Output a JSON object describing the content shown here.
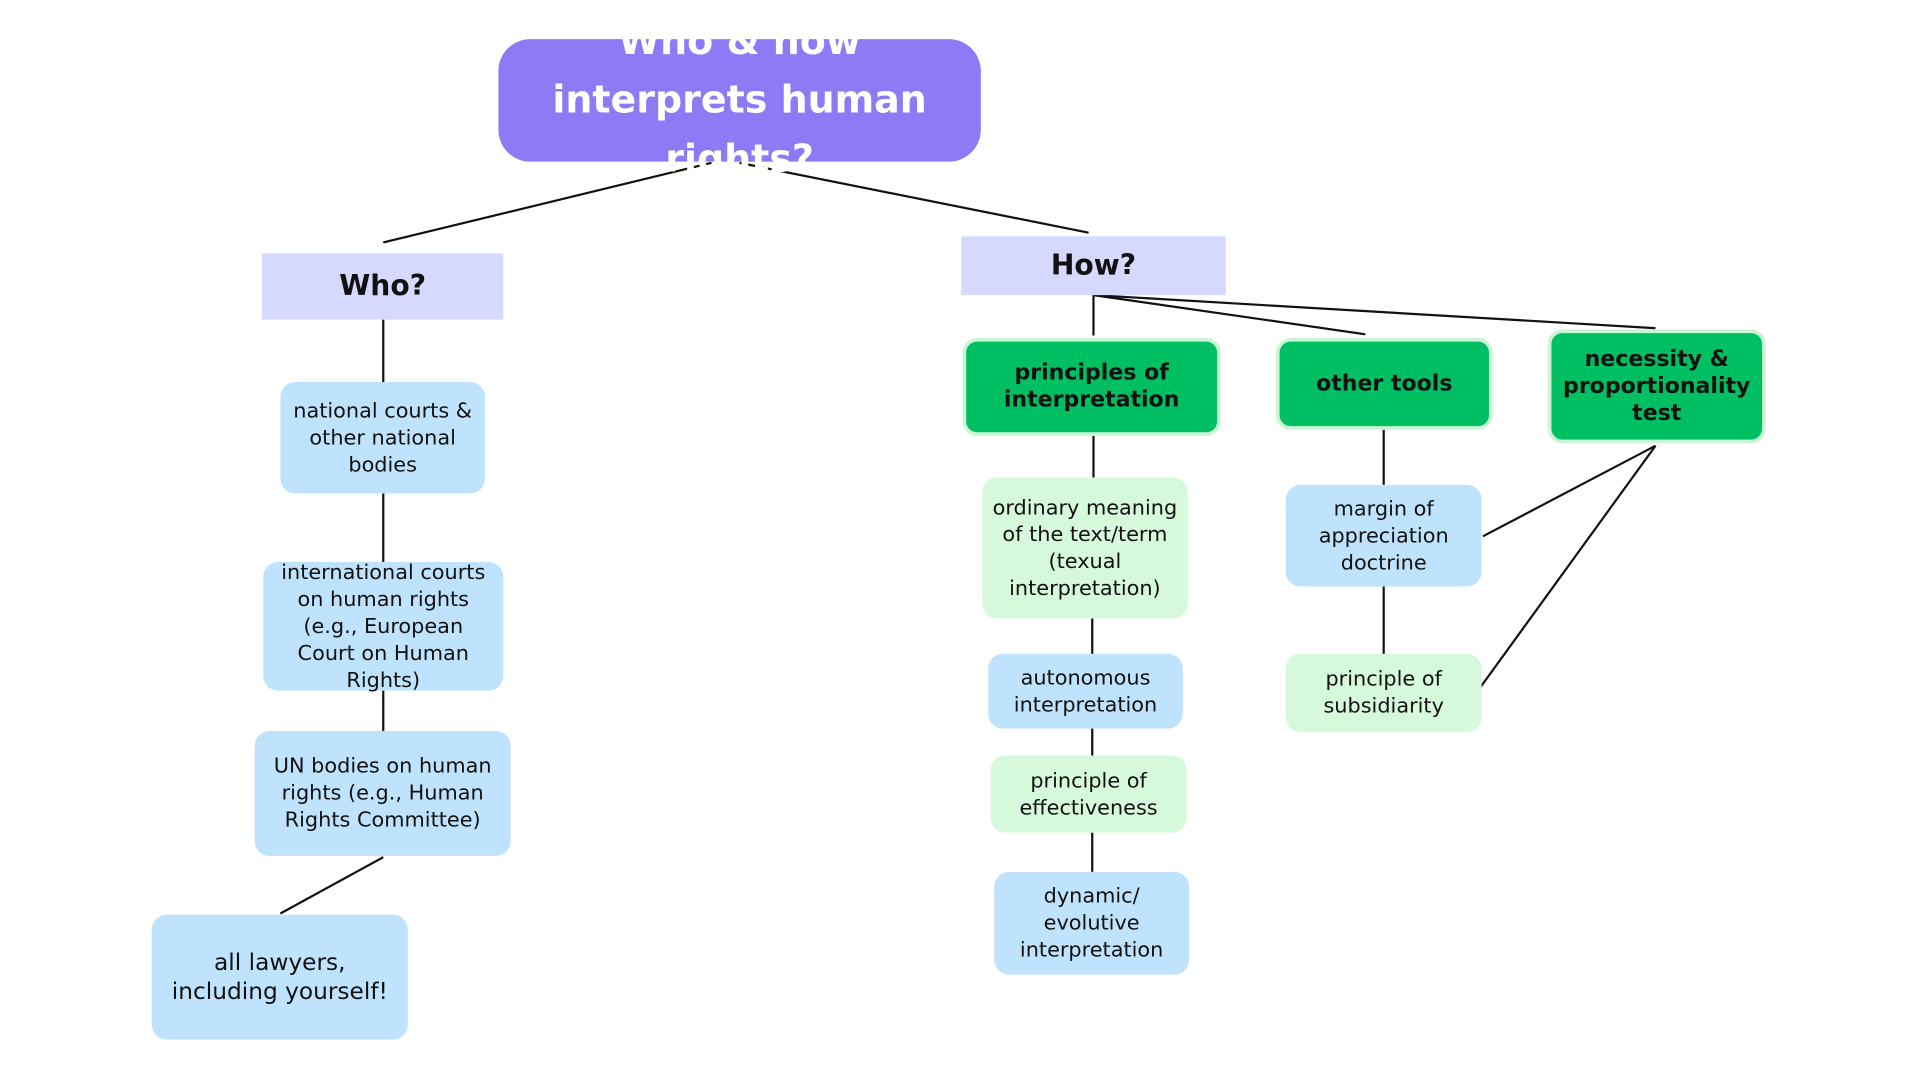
{
  "title": "Who & how interprets human rights?",
  "who": {
    "label": "Who?",
    "items": [
      "national courts & other national bodies",
      "international courts on human rights (e.g., European Court on Human Rights)",
      "UN bodies on human rights (e.g., Human Rights Committee)",
      "all lawyers, including yourself!"
    ]
  },
  "how": {
    "label": "How?",
    "principles": {
      "label": "principles of interpretation",
      "items": [
        "ordinary meaning of the text/term (texual interpretation)",
        "autonomous interpretation",
        "principle of effectiveness",
        "dynamic/ evolutive interpretation"
      ]
    },
    "other_tools": {
      "label": "other tools",
      "items": [
        "margin of appreciation doctrine",
        "principle of subsidiarity"
      ]
    },
    "necessity": {
      "label": "necessity & proportionality test"
    }
  },
  "colors": {
    "title": "#8f7af6",
    "heading": "#d6d8fd",
    "blue": "#bfe3fd",
    "light_green": "#d6f9dc",
    "green": "#00bf63"
  }
}
